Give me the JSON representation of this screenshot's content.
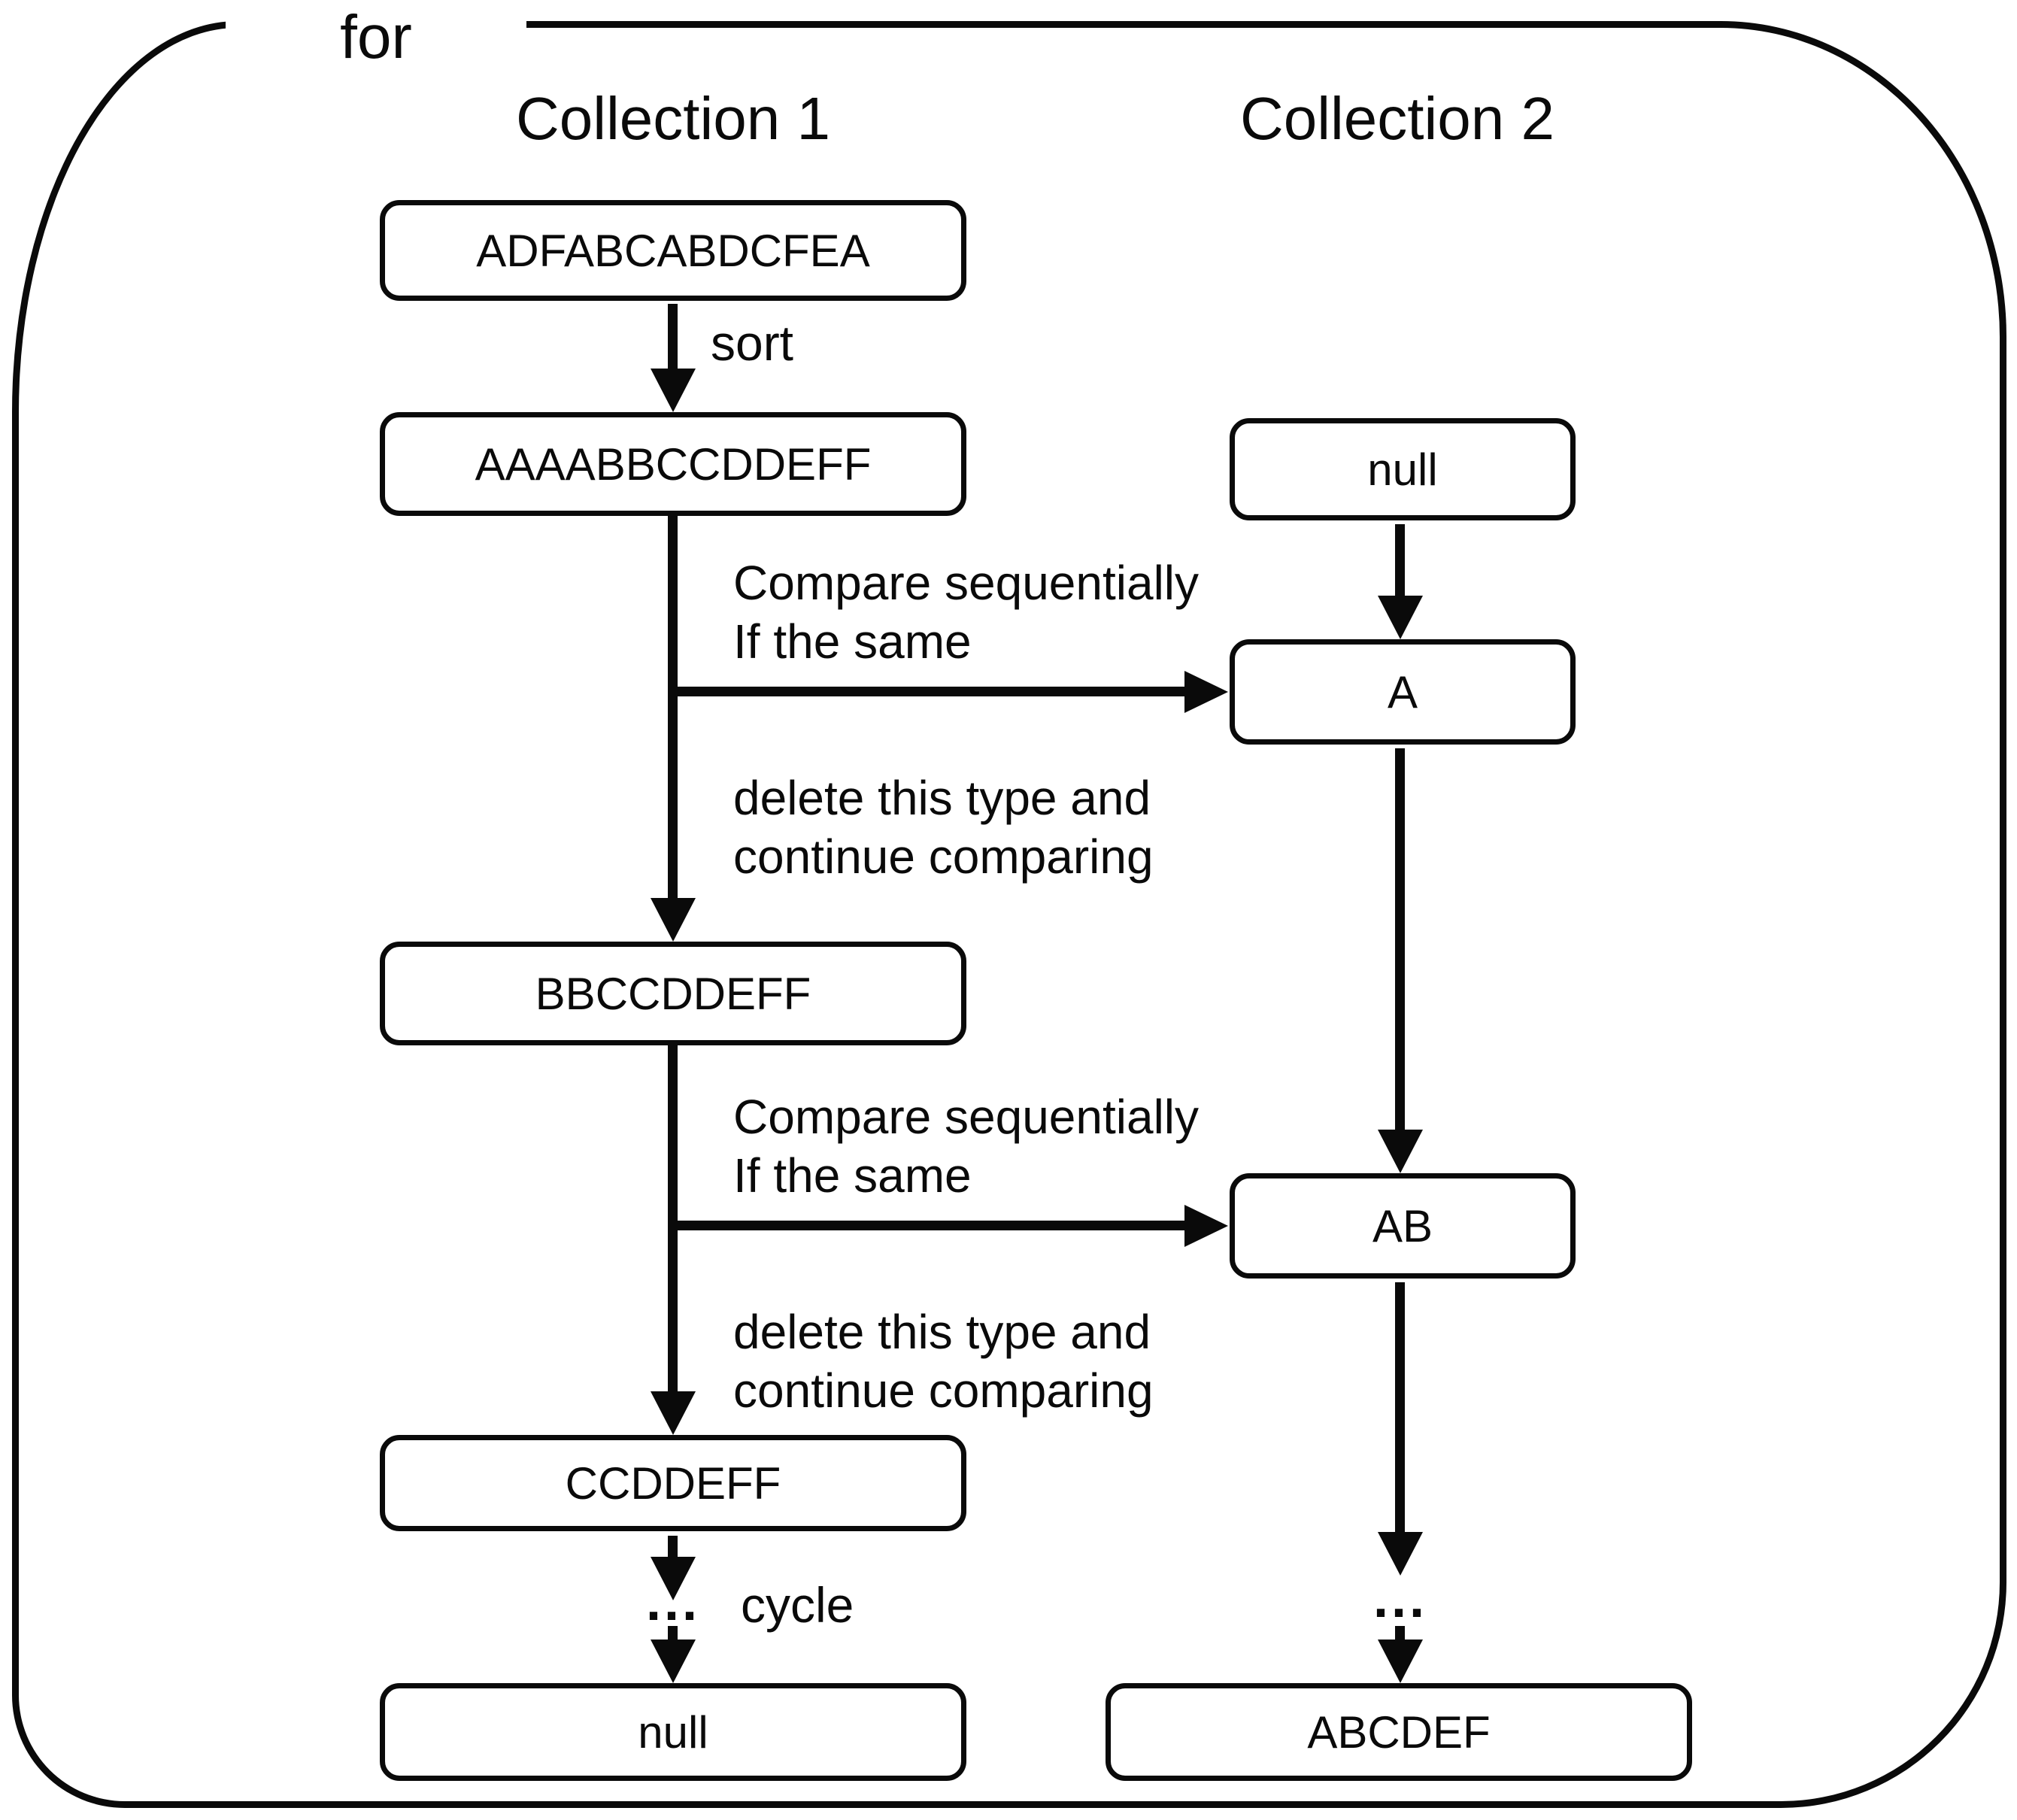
{
  "diagram": {
    "loop_label": "for",
    "col1": {
      "header": "Collection 1",
      "boxes": [
        "ADFABCABDCFEA",
        "AAAABBCCDDEFF",
        "BBCCDDEFF",
        "CCDDEFF",
        "null"
      ]
    },
    "col2": {
      "header": "Collection 2",
      "boxes": [
        "null",
        "A",
        "AB",
        "ABCDEF"
      ]
    },
    "labels": {
      "sort": "sort",
      "compare1": [
        "Compare sequentially",
        "If the same"
      ],
      "delete1": [
        "delete this type and",
        "continue comparing"
      ],
      "compare2": [
        "Compare sequentially",
        "If the same"
      ],
      "delete2": [
        "delete this type and",
        "continue comparing"
      ],
      "cycle": "cycle",
      "dots_left": "...",
      "dots_right": "..."
    },
    "colors": {
      "ink": "#0a0a0a",
      "background": "#ffffff"
    }
  }
}
